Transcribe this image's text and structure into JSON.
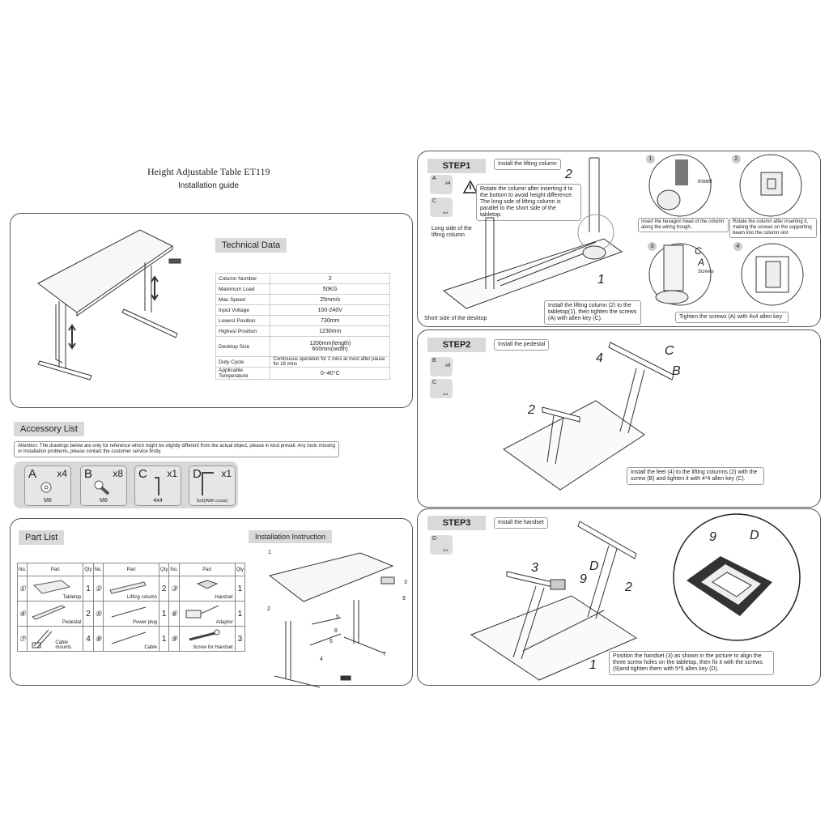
{
  "title": "Height Adjustable Table ET119",
  "subtitle": "Installation guide",
  "technical_data": {
    "label": "Technical Data",
    "rows": [
      [
        "Column Number",
        "2"
      ],
      [
        "Maximum Load",
        "50KG"
      ],
      [
        "Max Speed",
        "25mm/s"
      ],
      [
        "Input Voltage",
        "100-240V"
      ],
      [
        "Lowest Position",
        "730mm"
      ],
      [
        "Highest Position",
        "1230mm"
      ],
      [
        "Desktop Size",
        "1200mm(length)\n600mm(width)"
      ],
      [
        "Duty Cycle",
        "Continuous operation for 2 mins at most after pause for 18 mins"
      ],
      [
        "Applicable Temperature",
        "0~40°C"
      ]
    ]
  },
  "accessory": {
    "label": "Accessory List",
    "attention": "Attention: The drawings below are only for reference which might be slightly different from the actual object, please in kind prevail. Any tools missing or installation problems, please contact the customer service firstly.",
    "items": [
      {
        "letter": "A",
        "qty": "x4",
        "spec": "M6"
      },
      {
        "letter": "B",
        "qty": "x8",
        "spec": "M6"
      },
      {
        "letter": "C",
        "qty": "x1",
        "spec": "4x4"
      },
      {
        "letter": "D",
        "qty": "x1",
        "spec": "5x5(With cross)"
      }
    ]
  },
  "part_list": {
    "label": "Part List",
    "headers": [
      "No.",
      "Part",
      "Qty"
    ],
    "rows": [
      [
        {
          "no": "①",
          "name": "Tabletop",
          "qty": "1"
        },
        {
          "no": "②",
          "name": "Lifting column",
          "qty": "2"
        },
        {
          "no": "③",
          "name": "Handset",
          "qty": "1"
        }
      ],
      [
        {
          "no": "④",
          "name": "Pedestal",
          "qty": "2"
        },
        {
          "no": "⑤",
          "name": "Power plug",
          "qty": "1"
        },
        {
          "no": "⑥",
          "name": "Adaptor",
          "qty": "1"
        }
      ],
      [
        {
          "no": "⑦",
          "name": "Cable mounts",
          "qty": "4"
        },
        {
          "no": "⑧",
          "name": "Cable",
          "qty": "1"
        },
        {
          "no": "⑨",
          "name": "Screw for Handset",
          "qty": "3"
        }
      ]
    ]
  },
  "installation": {
    "label": "Installation Instruction",
    "callouts": [
      "1",
      "2",
      "3",
      "4",
      "5",
      "6",
      "7",
      "8",
      "9"
    ]
  },
  "step1": {
    "label": "STEP1",
    "title": "Install the lifting column",
    "tag_a": "A",
    "tag_a_qty": "x4",
    "tag_c": "C",
    "tag_c_size": "4x4",
    "warning": "Rotate the column after inserting it to the bottom to avoid height difference. The long side of lifting column is parallel to the short side of the tabletop.",
    "long_side": "Long side of the lifting column",
    "short_side": "Short side of the desktop",
    "instruction": "Install the lifting column (2) to the tabletop(1), then tighten the screws (A) with allen key (C).",
    "n1": "1",
    "n2": "2",
    "detail1": "Insert the hexagon head of the column along the wiring trough.",
    "detail1_num": "1",
    "insert": "Insert",
    "detail2": "Rotate the column after inserting it, making the screws on the supporting beam into the column slot",
    "detail2_num": "2",
    "detail3_num": "3",
    "detail4_num": "4",
    "c": "C",
    "a": "A",
    "screws": "Screws",
    "detail34": "Tighten the screws (A) with 4x4 allen key"
  },
  "step2": {
    "label": "STEP2",
    "title": "Install the pedestal",
    "tag_b": "B",
    "tag_b_qty": "x8",
    "tag_c": "C",
    "tag_c_size": "4x4",
    "n4": "4",
    "nC": "C",
    "nB": "B",
    "n2": "2",
    "instruction": "Install the feet (4) to the lifting columns (2) with the screw (B) and tighten it with 4*4 allen key (C)."
  },
  "step3": {
    "label": "STEP3",
    "title": "Install the handset",
    "tag_d": "D",
    "tag_d_size": "5x5",
    "n3": "3",
    "nD": "D",
    "n9": "9",
    "n2": "2",
    "n1": "1",
    "z9": "9",
    "zD": "D",
    "instruction": "Position the handset (3) as shown in the picture to align the three screw holes on the tabletop, then fix it with the screws (9)and tighten them with 5*5 allen key (D)."
  }
}
